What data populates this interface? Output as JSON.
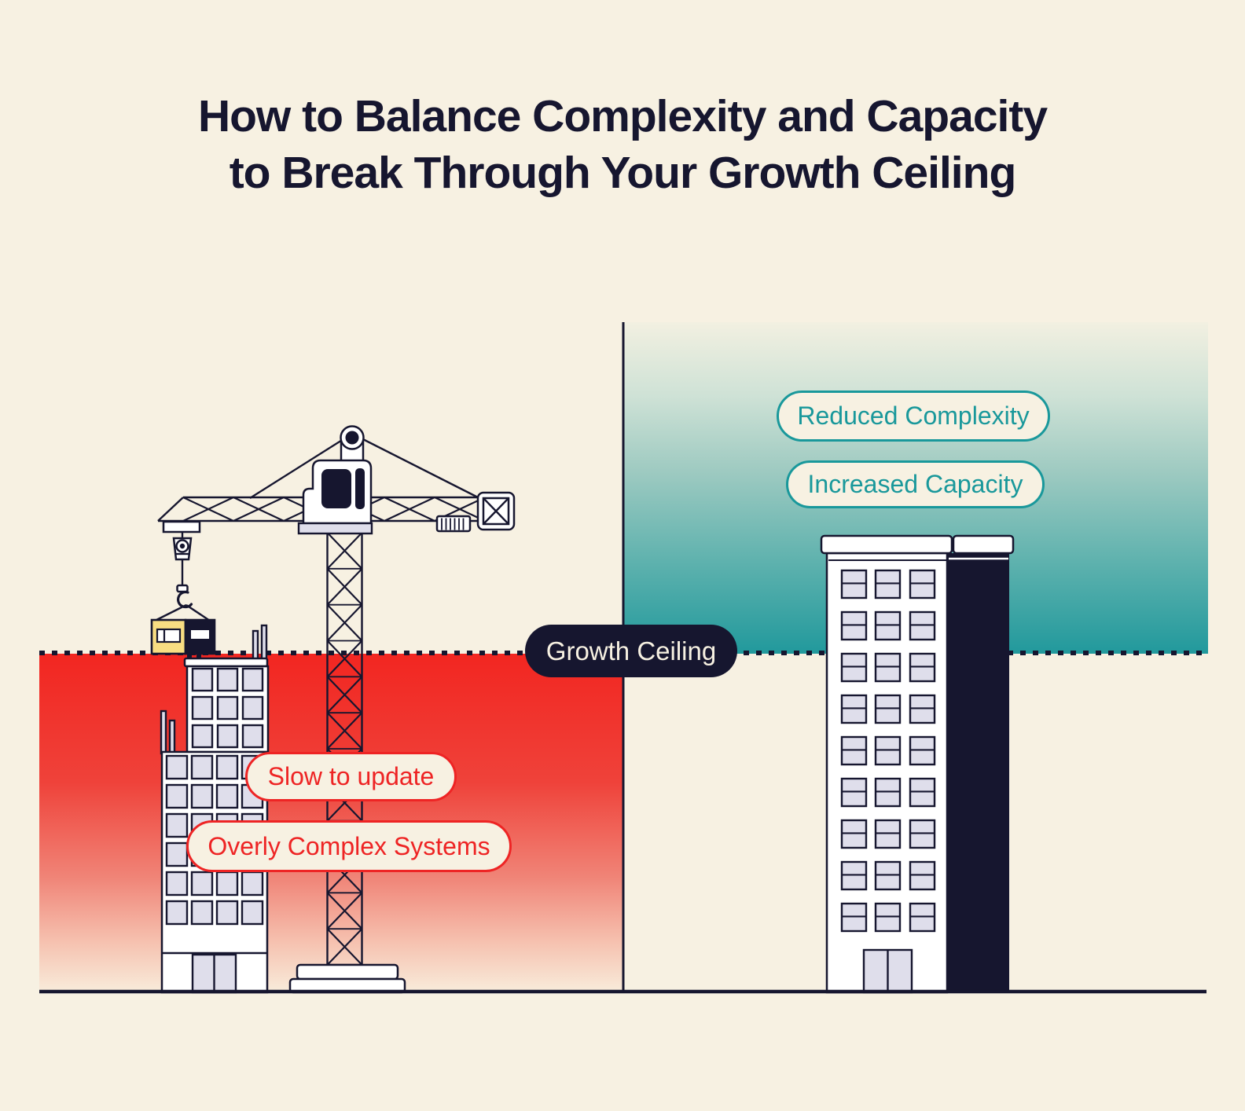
{
  "title": {
    "line1": "How to Balance Complexity and Capacity",
    "line2": "to Break Through Your Growth Ceiling"
  },
  "labels": {
    "growth_ceiling": "Growth Ceiling",
    "reduced_complexity": "Reduced Complexity",
    "increased_capacity": "Increased Capacity",
    "slow_to_update": "Slow to update",
    "overly_complex_systems": "Overly Complex Systems"
  },
  "colors": {
    "background": "#f7f1e2",
    "ink": "#16162f",
    "red": "#ee2424",
    "teal": "#19989b",
    "cream": "#f7f1e2",
    "yellow": "#f8dd82",
    "lavender": "#dfdeeb",
    "red_gradient_top": "#f22621",
    "teal_gradient_bottom": "#21999c"
  }
}
